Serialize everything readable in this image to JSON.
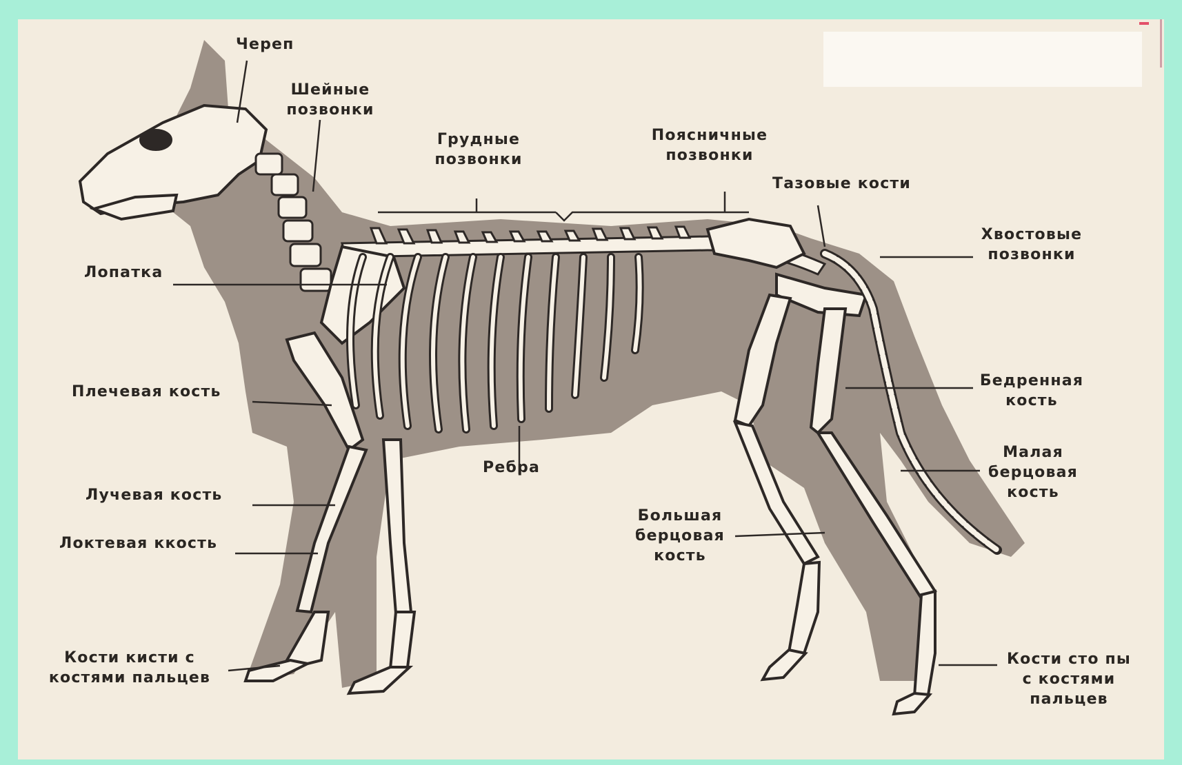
{
  "labels": {
    "skull": "Череп",
    "cervical_vertebrae": [
      "Шейные",
      "позвонки"
    ],
    "thoracic_vertebrae": [
      "Грудные",
      "позвонки"
    ],
    "lumbar_vertebrae": [
      "Поясничные",
      "позвонки"
    ],
    "pelvic_bones": "Тазовые кости",
    "caudal_vertebrae": [
      "Хвостовые",
      "позвонки"
    ],
    "scapula": "Лопатка",
    "humerus": "Плечевая  кость",
    "ribs": "Ребра",
    "femur": [
      "Бедренная",
      "кость"
    ],
    "fibula": [
      "Малая",
      "берцовая",
      "кость"
    ],
    "radius": "Лучевая  кость",
    "ulna": "Локтевая ккость",
    "tibia": [
      "Большая",
      "берцовая",
      "кость"
    ],
    "hand_bones": [
      "Кости кисти  с",
      "костями пальцев"
    ],
    "foot_bones": [
      "Кости сто пы",
      "с костями",
      "пальцев"
    ]
  },
  "colors": {
    "page_background": "#a8efd8",
    "paper": "#f3ecdf",
    "silhouette": "#8d8178",
    "bone": "#f7f1e6",
    "bone_outline": "#2d2826",
    "text": "#2a2622"
  }
}
